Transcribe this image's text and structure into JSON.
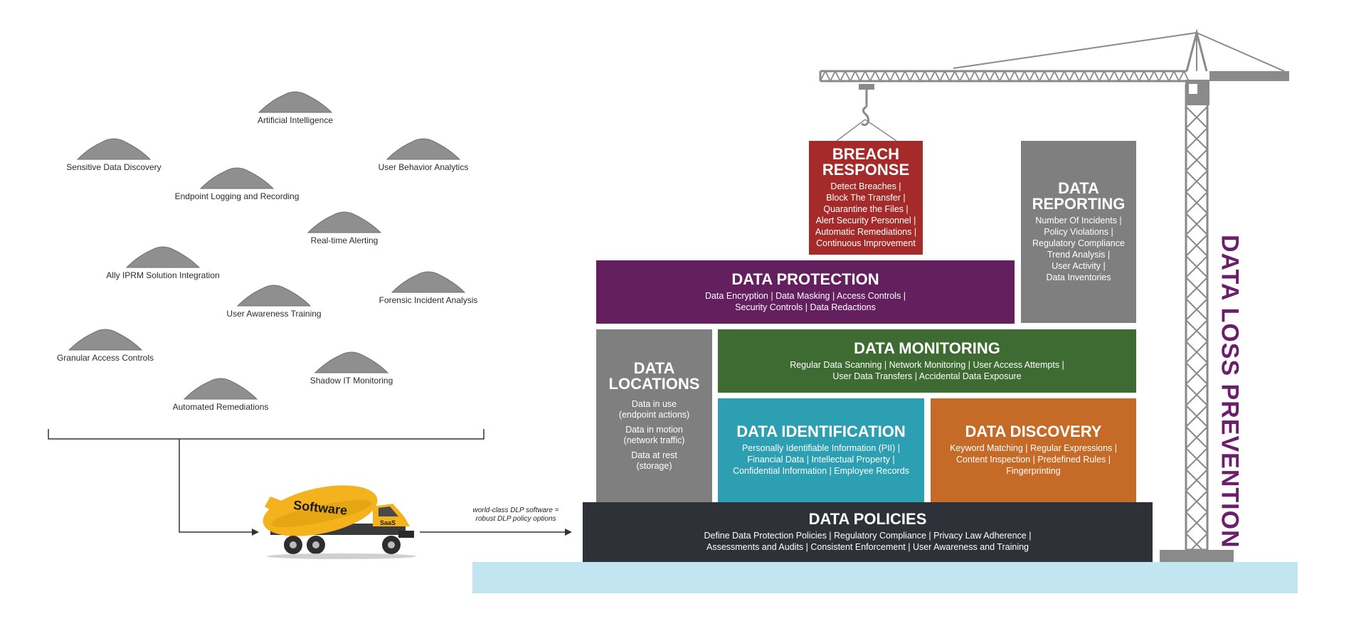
{
  "colors": {
    "breach": "#a52a2a",
    "reporting": "#7f7f7f",
    "protection": "#641f5f",
    "locations": "#7f7f7f",
    "monitoring": "#3d6b31",
    "identification": "#2c9fb2",
    "discovery": "#c56b27",
    "policies": "#2e3238",
    "water": "#c3e5f2",
    "crane": "#8a8a8a",
    "title": "#6b1f6b",
    "truck": "#f4b31c"
  },
  "piles": [
    {
      "label": "Artificial Intelligence"
    },
    {
      "label": "Sensitive Data Discovery"
    },
    {
      "label": "User Behavior Analytics"
    },
    {
      "label": "Endpoint Logging and Recording"
    },
    {
      "label": "Real-time Alerting"
    },
    {
      "label": "Ally IPRM Solution Integration"
    },
    {
      "label": "User Awareness Training"
    },
    {
      "label": "Forensic Incident Analysis"
    },
    {
      "label": "Granular Access Controls"
    },
    {
      "label": "Shadow IT Monitoring"
    },
    {
      "label": "Automated Remediations"
    }
  ],
  "truck": {
    "drum_label": "Software",
    "door_label": "SaaS"
  },
  "caption": {
    "line1": "world-class DLP software =",
    "line2": "robust DLP policy options"
  },
  "title": "DATA LOSS PREVENTION",
  "blocks": {
    "breach": {
      "title_line1": "BREACH",
      "title_line2": "RESPONSE",
      "items": [
        "Detect Breaches |",
        "Block The Transfer |",
        "Quarantine the Files |",
        "Alert Security Personnel |",
        "Automatic Remediations |",
        "Continuous Improvement"
      ]
    },
    "reporting": {
      "title_line1": "DATA",
      "title_line2": "REPORTING",
      "items": [
        "Number Of Incidents |",
        "Policy Violations |",
        "Regulatory Compliance",
        "Trend Analysis |",
        "User Activity |",
        "Data Inventories"
      ]
    },
    "protection": {
      "title": "DATA PROTECTION",
      "items": [
        "Data Encryption | Data Masking | Access Controls |",
        "Security Controls | Data Redactions"
      ]
    },
    "locations": {
      "title_line1": "DATA",
      "title_line2": "LOCATIONS",
      "groups": [
        {
          "line1": "Data in use",
          "line2": "(endpoint actions)"
        },
        {
          "line1": "Data in motion",
          "line2": "(network traffic)"
        },
        {
          "line1": "Data at rest",
          "line2": "(storage)"
        }
      ]
    },
    "monitoring": {
      "title": "DATA MONITORING",
      "items": [
        "Regular Data Scanning | Network Monitoring | User Access Attempts |",
        "User Data Transfers | Accidental Data Exposure"
      ]
    },
    "identification": {
      "title": "DATA IDENTIFICATION",
      "items": [
        "Personally Identifiable Information (PII) |",
        "Financial Data | Intellectual Property |",
        "Confidential Information | Employee Records"
      ]
    },
    "discovery": {
      "title": "DATA DISCOVERY",
      "items": [
        "Keyword Matching | Regular Expressions |",
        "Content Inspection | Predefined Rules |",
        "Fingerprinting"
      ]
    },
    "policies": {
      "title": "DATA POLICIES",
      "items": [
        "Define Data Protection Policies | Regulatory Compliance | Privacy Law Adherence |",
        "Assessments and Audits | Consistent Enforcement | User Awareness and Training"
      ]
    }
  }
}
